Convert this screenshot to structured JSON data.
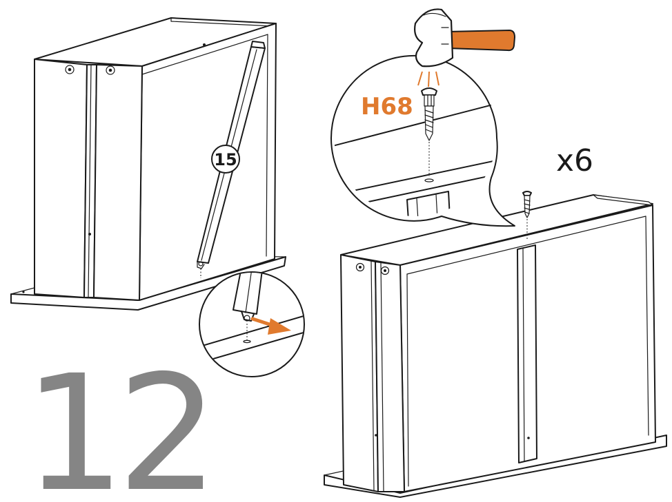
{
  "step": {
    "number": "12"
  },
  "part_callout": {
    "label": "15"
  },
  "hardware": {
    "code": "H68",
    "quantity": "x6"
  },
  "colors": {
    "accent": "#E07A2E",
    "step_number": "#858585",
    "line": "#1A1A1A"
  },
  "icons": {
    "tool": "hammer-icon",
    "direction": "arrow-right-icon"
  }
}
